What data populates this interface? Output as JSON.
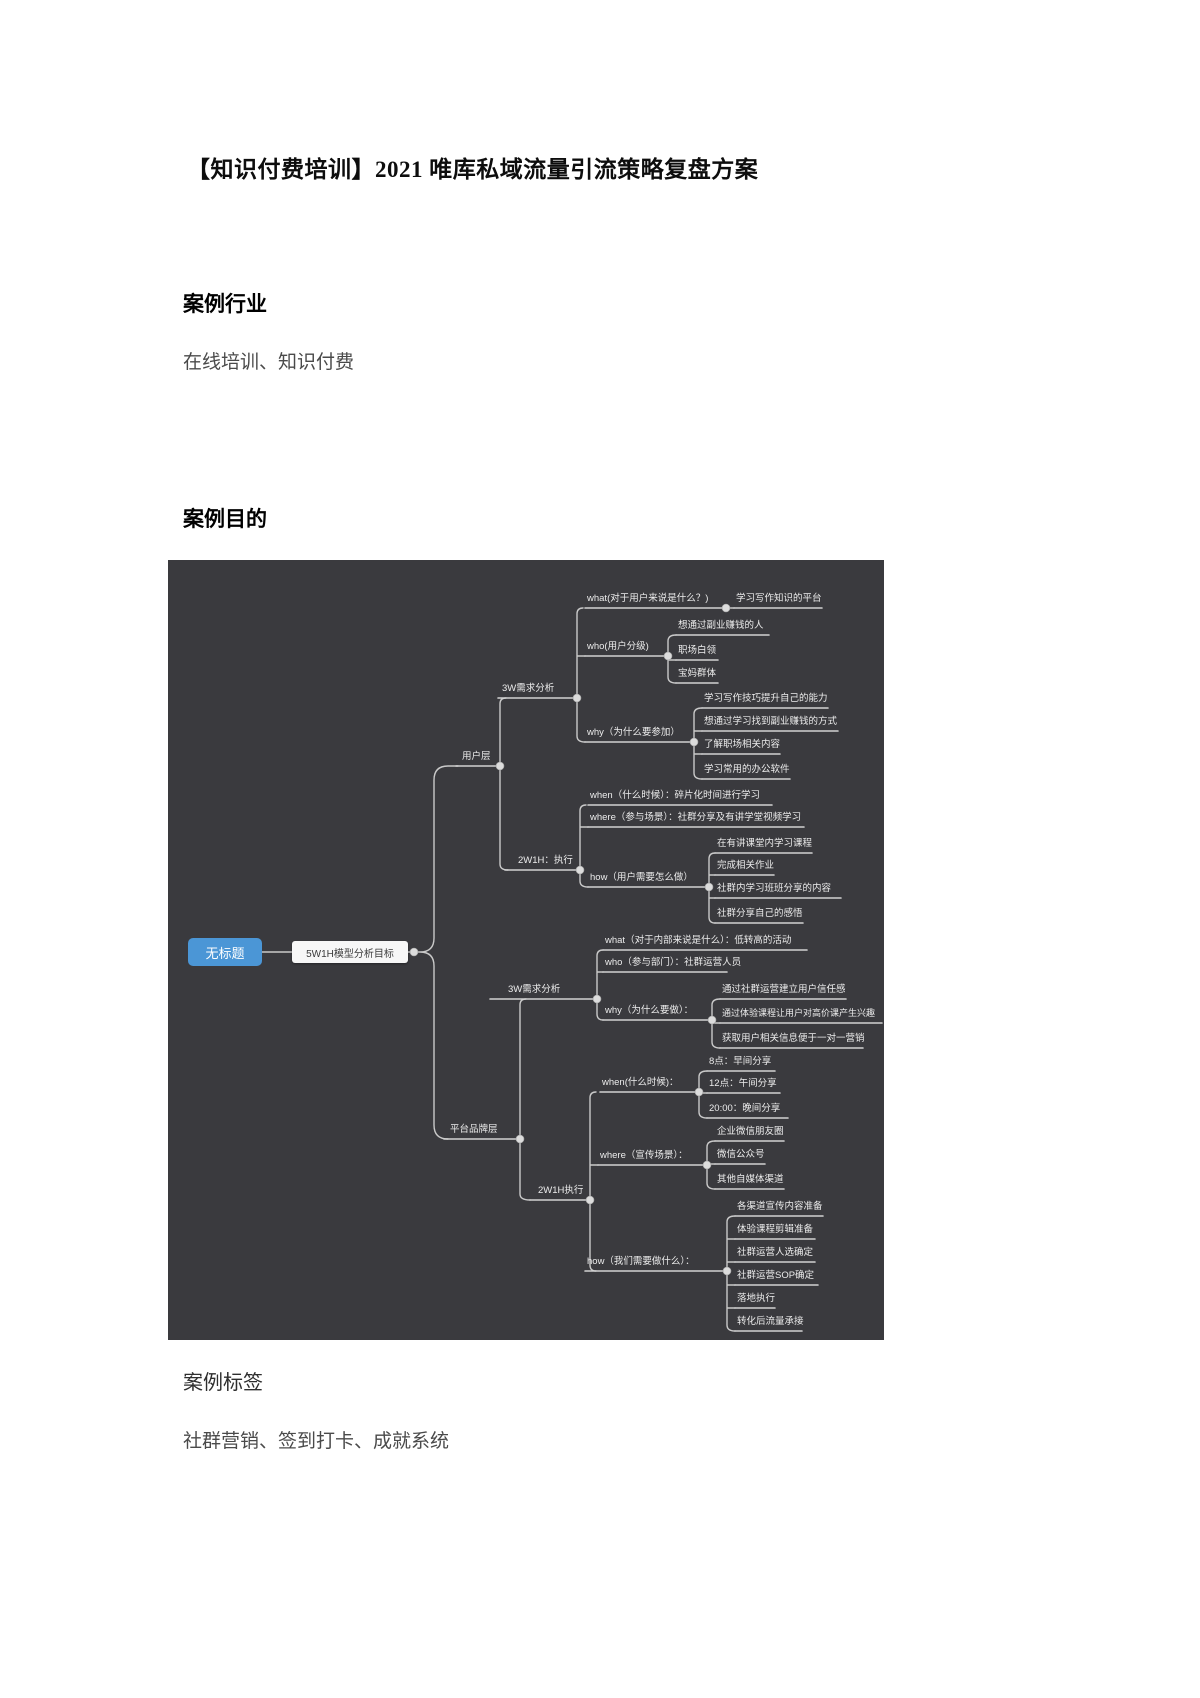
{
  "document": {
    "title": "【知识付费培训】2021 唯库私域流量引流策略复盘方案",
    "industry_heading": "案例行业",
    "industry_body": "在线培训、知识付费",
    "purpose_heading": "案例目的",
    "tags_heading": "案例标签",
    "tags_body": "社群营销、签到打卡、成就系统"
  },
  "colors": {
    "map_background": "#3a3a3e",
    "root_node_fill": "#4b96d6",
    "line": "#cccccc"
  },
  "mindmap": {
    "root": "无标题",
    "goal": "5W1H模型分析目标",
    "user_layer": {
      "label": "用户层",
      "analysis": {
        "label": "3W需求分析",
        "what": {
          "label": "what(对于用户来说是什么？)",
          "value": "学习写作知识的平台"
        },
        "who": {
          "label": "who(用户分级)",
          "items": [
            "想通过副业赚钱的人",
            "职场白领",
            "宝妈群体"
          ]
        },
        "why": {
          "label": "why（为什么要参加）",
          "items": [
            "学习写作技巧提升自己的能力",
            "想通过学习找到副业赚钱的方式",
            "了解职场相关内容",
            "学习常用的办公软件"
          ]
        }
      },
      "execution": {
        "label": "2W1H：执行",
        "when": "when（什么时候）：碎片化时间进行学习",
        "where": "where（参与场景）：社群分享及有讲学堂视频学习",
        "how": {
          "label": "how（用户需要怎么做）",
          "items": [
            "在有讲课堂内学习课程",
            "完成相关作业",
            "社群内学习班班分享的内容",
            "社群分享自己的感悟"
          ]
        }
      }
    },
    "platform_layer": {
      "label": "平台品牌层",
      "analysis": {
        "label": "3W需求分析",
        "what": "what（对于内部来说是什么）：低转高的活动",
        "who": "who（参与部门）：社群运营人员",
        "why": {
          "label": "why（为什么要做）：",
          "items": [
            "通过社群运营建立用户信任感",
            "通过体验课程让用户对高价课产生兴趣",
            "获取用户相关信息便于一对一营销"
          ]
        }
      },
      "execution": {
        "label": "2W1H执行",
        "when": {
          "label": "when(什么时候)：",
          "items": [
            "8点：早间分享",
            "12点：午间分享",
            "20:00：晚间分享"
          ]
        },
        "where": {
          "label": "where（宣传场景）：",
          "items": [
            "企业微信朋友圈",
            "微信公众号",
            "其他自媒体渠道"
          ]
        },
        "how": {
          "label": "how（我们需要做什么）：",
          "items": [
            "各渠道宣传内容准备",
            "体验课程剪辑准备",
            "社群运营人选确定",
            "社群运营SOP确定",
            "落地执行",
            "转化后流量承接"
          ]
        }
      }
    }
  }
}
